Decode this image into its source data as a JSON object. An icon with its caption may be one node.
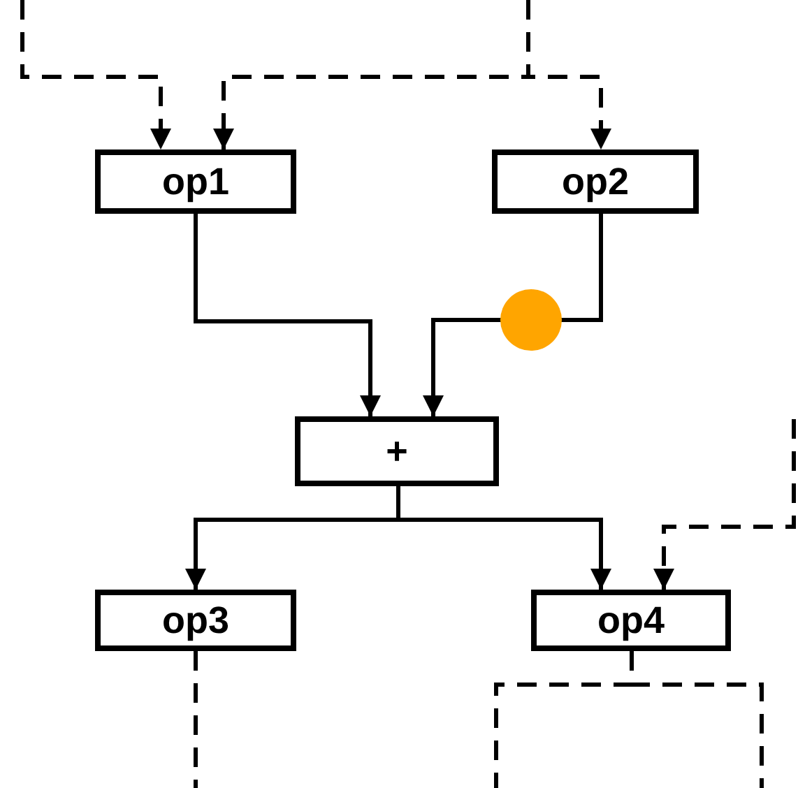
{
  "diagram": {
    "nodes": [
      {
        "text": [
          "op1"
        ]
      },
      {
        "text": [
          "op2"
        ]
      },
      {
        "text": [
          "+"
        ]
      },
      {
        "text": [
          "op3"
        ]
      },
      {
        "text": [
          "op4"
        ]
      }
    ],
    "edges": [
      {
        "from": null,
        "to": 0,
        "arrow": "to",
        "style": "dashed"
      },
      {
        "from": null,
        "to": 0,
        "arrow": "to",
        "style": "dashed"
      },
      {
        "from": null,
        "to": 1,
        "arrow": "to",
        "style": "dashed"
      },
      {
        "from": 0,
        "to": 2,
        "arrow": "to"
      },
      {
        "from": 1,
        "to": 2,
        "arrow": "to"
      },
      {
        "from": 2,
        "to": 3,
        "arrow": "to"
      },
      {
        "from": 2,
        "to": 4,
        "arrow": "to"
      },
      {
        "from": null,
        "to": 4,
        "arrow": "to",
        "style": "dashed"
      },
      {
        "from": 3,
        "to": null,
        "arrow": "none",
        "style": "dashed"
      },
      {
        "from": 4,
        "to": null,
        "arrow": "none",
        "style": "dashed"
      },
      {
        "from": 4,
        "to": null,
        "arrow": "none",
        "style": "dashed"
      }
    ]
  }
}
